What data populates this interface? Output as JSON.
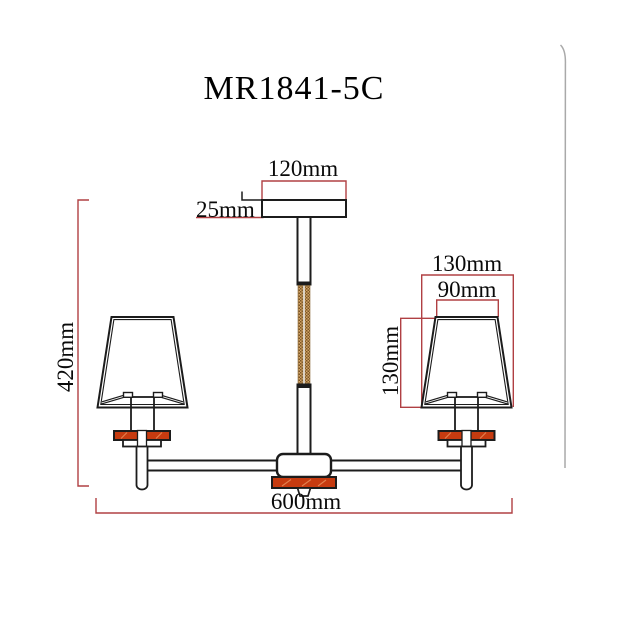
{
  "title": "MR1841-5C",
  "drawing": {
    "labels": {
      "canopy_width": "120mm",
      "canopy_height": "25mm",
      "shade_bottom_width": "130mm",
      "shade_top_width": "90mm",
      "shade_height": "130mm",
      "overall_height": "420mm",
      "overall_width": "600mm"
    },
    "colors": {
      "outline": "#1c1c1c",
      "dimension_line": "#b04043",
      "wood_accent": "#c63b10",
      "rope_texture": "#d3a567",
      "page_edge": "#a9a9a9",
      "background": "#ffffff"
    }
  }
}
